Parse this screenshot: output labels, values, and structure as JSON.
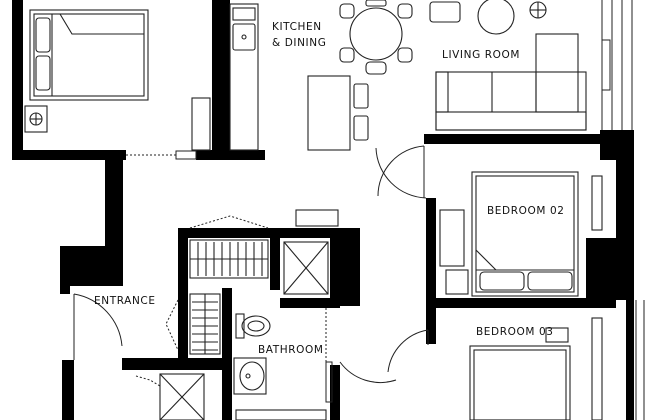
{
  "rooms": {
    "kitchen_line1": "KITCHEN",
    "kitchen_line2": "& DINING",
    "living": "LIVING ROOM",
    "bedroom02": "BEDROOM 02",
    "entrance": "ENTRANCE",
    "bedroom03": "BEDROOM 03",
    "bathroom": "BATHROOM"
  },
  "colors": {
    "wall": "#000000",
    "line": "#222222",
    "background": "#ffffff"
  }
}
